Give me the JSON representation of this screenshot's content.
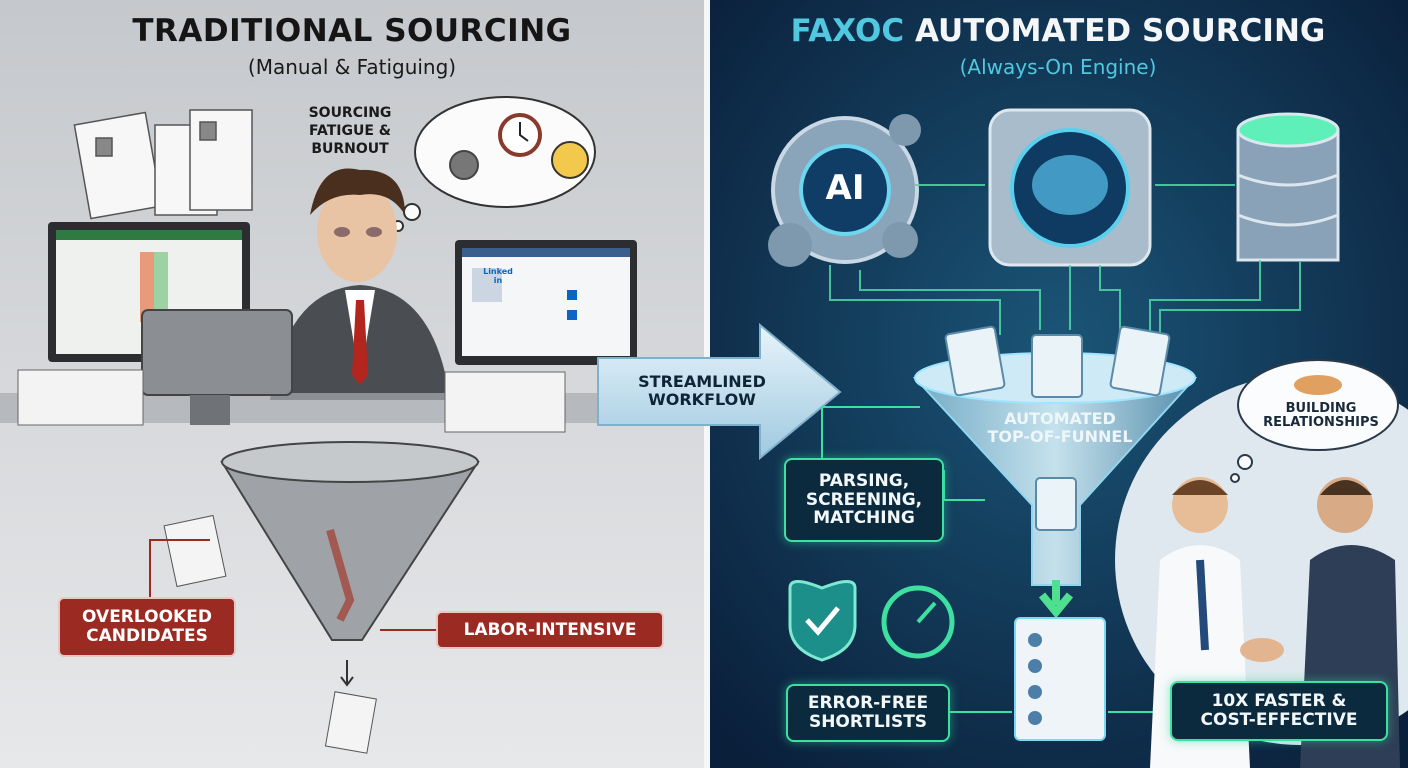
{
  "left_panel": {
    "title": "TRADITIONAL SOURCING",
    "subtitle": "(Manual & Fatiguing)",
    "fatigue_label": [
      "SOURCING",
      "FATIGUE &",
      "BURNOUT"
    ],
    "linkedin_label": "Linked in",
    "callouts": {
      "overlooked": [
        "OVERLOOKED",
        "CANDIDATES"
      ],
      "labor": "LABOR-INTENSIVE"
    }
  },
  "transition": {
    "arrow_label": [
      "STREAMLINED",
      "WORKFLOW"
    ]
  },
  "right_panel": {
    "title_brand": "FAXOC",
    "title_rest": " AUTOMATED SOURCING",
    "subtitle": "(Always-On Engine)",
    "ai_label": "AI",
    "funnel_label": [
      "AUTOMATED",
      "TOP-OF-FUNNEL"
    ],
    "process_label": [
      "PARSING,",
      "SCREENING,",
      "MATCHING"
    ],
    "relationship_label": [
      "BUILDING",
      "RELATIONSHIPS"
    ],
    "error_free_label": [
      "ERROR-FREE",
      "SHORTLISTS"
    ],
    "faster_label": [
      "10X FASTER &",
      "COST-EFFECTIVE"
    ]
  },
  "colors": {
    "left_bg": "#d3d5d8",
    "right_bg": "#0d2a4a",
    "accent_cyan": "#4fc8e0",
    "accent_green": "#3de0a0",
    "callout_red": "#9b2a22"
  }
}
